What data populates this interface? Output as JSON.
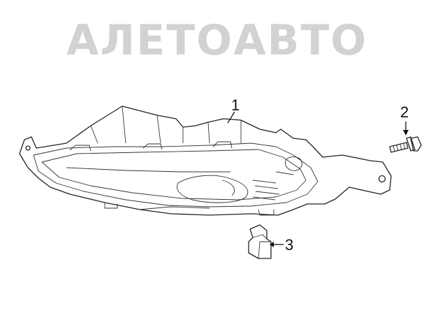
{
  "watermark": {
    "text": "АЛЕТОАВТО",
    "color": "#d2d2d2"
  },
  "callouts": [
    {
      "id": "1",
      "label": "1"
    },
    {
      "id": "2",
      "label": "2"
    },
    {
      "id": "3",
      "label": "3"
    }
  ],
  "colors": {
    "line": "#222222",
    "background": "#ffffff"
  }
}
